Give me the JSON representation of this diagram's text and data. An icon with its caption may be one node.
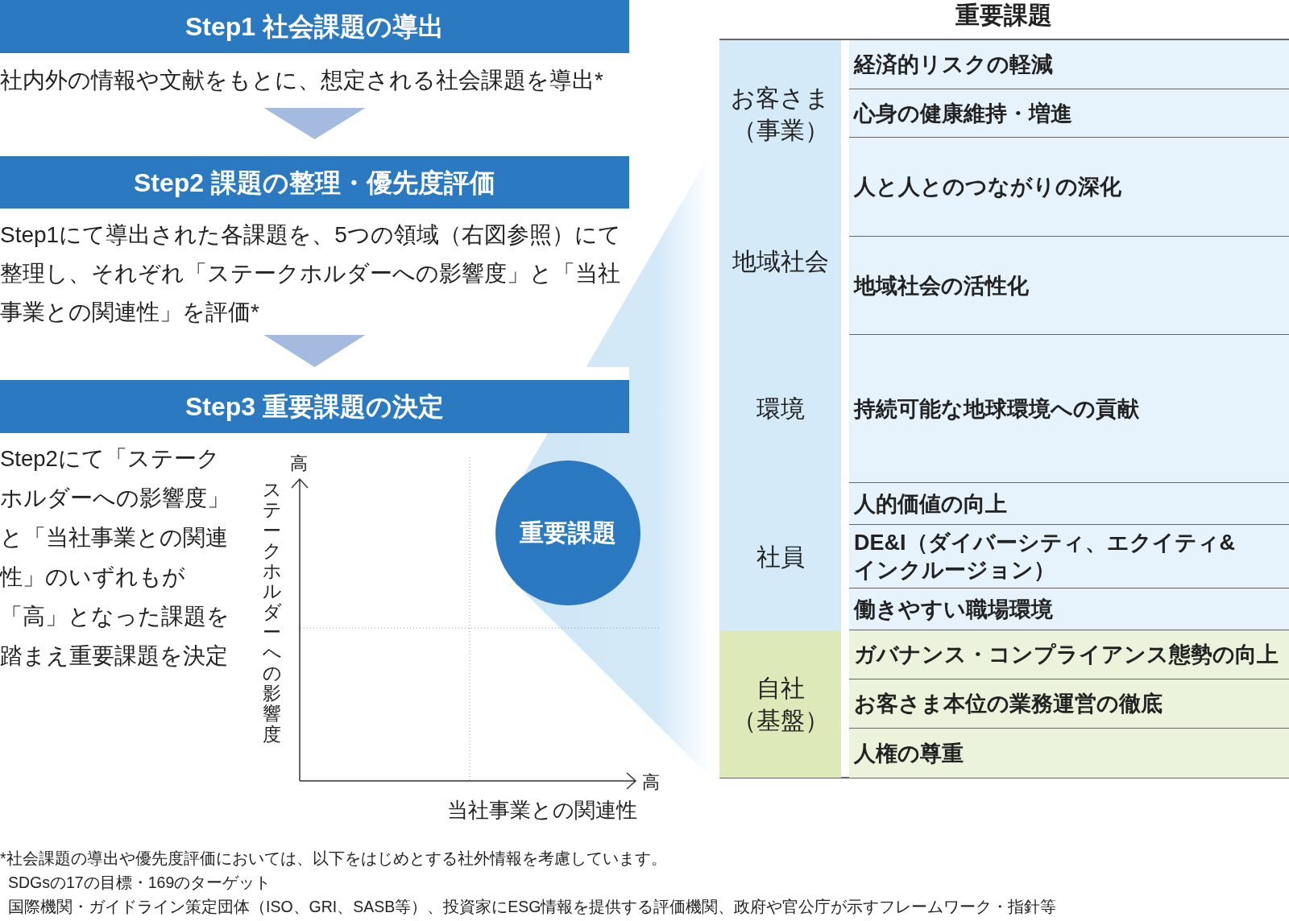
{
  "diagram": {
    "nodes": [
      {
        "text": [
          "Step1 社会課題の導出",
          "社内外の情報や文献をもとに、想定される社会課題を導出*"
        ]
      },
      {
        "text": [
          "Step2 課題の整理・優先度評価",
          "Step1にて導出された各課題を、5つの領域（右図参照）にて整理し、それぞれ「ステークホルダーへの影響度」と「当社事業との関連性」を評価*"
        ]
      },
      {
        "text": [
          "Step3 重要課題の決定",
          "Step2にて「ステークホルダーへの影響度」と「当社事業との関連性」のいずれもが「高」となった課題を踏まえ重要課題を決定"
        ]
      },
      {
        "text": [
          "重要課題"
        ]
      }
    ],
    "edges": [
      {
        "from": 0,
        "to": 1,
        "arrow": "to"
      },
      {
        "from": 1,
        "to": 2,
        "arrow": "to"
      }
    ],
    "labels": [
      "高",
      "ステークホルダーへの影響度",
      "高",
      "当社事業との関連性",
      "重要課題",
      "お客さま（事業）",
      "経済的リスクの軽減",
      "心身の健康維持・増進",
      "人と人とのつながりの深化",
      "地域社会",
      "地域社会の活性化",
      "環境",
      "持続可能な地球環境への貢献",
      "社員",
      "人的価値の向上",
      "DE&I（ダイバーシティ、エクイティ&インクルージョン）",
      "働きやすい職場環境",
      "自社（基盤）",
      "ガバナンス・コンプライアンス態勢の向上",
      "お客さま本位の業務運営の徹底",
      "人権の尊重",
      "*社会課題の導出や優先度評価においては、以下をはじめとする社外情報を考慮しています。",
      "SDGsの17の目標・169のターゲット",
      "国際機関・ガイドライン策定団体（ISO、GRI、SASB等）、投資家にESG情報を提供する評価機関、政府や官公庁が示すフレームワーク・指針等"
    ]
  }
}
